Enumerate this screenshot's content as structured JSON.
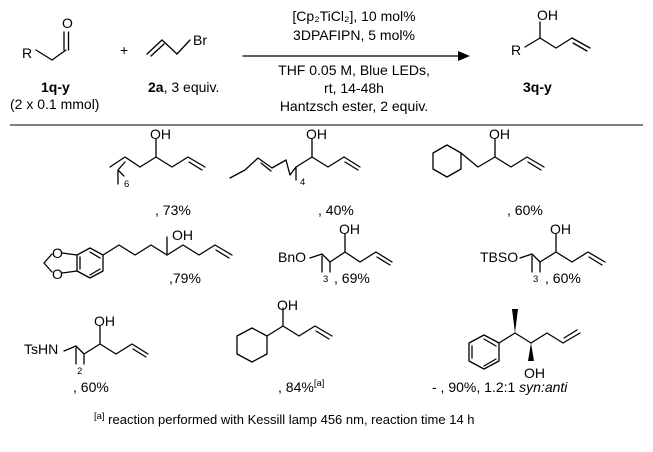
{
  "reaction": {
    "aldehyde_R": "R",
    "aldehyde_O": "O",
    "plus": "+",
    "bromide_Br": "Br",
    "conditions_line1": "[Cp₂TiCl₂], 10 mol%",
    "conditions_line2": "3DPAFIPN, 5 mol%",
    "conditions_line3": "THF 0.05 M, Blue LEDs,",
    "conditions_line4": "rt, 14-48h",
    "conditions_line5": "Hantzsch ester, 2 equiv.",
    "product_R": "R",
    "product_OH": "OH",
    "label_1": "1q-y",
    "label_1_amount": "(2 x 0.1 mmol)",
    "label_2_bold": "2a",
    "label_2_rest": ", 3 equiv.",
    "label_3": "3q-y"
  },
  "products": [
    {
      "oh": "OH",
      "sub": "6",
      "yield": ", 73%"
    },
    {
      "oh": "OH",
      "sub": "4",
      "yield": ", 40%"
    },
    {
      "oh": "OH",
      "yield": ", 60%"
    },
    {
      "oh": "OH",
      "ring_o1": "O",
      "ring_o2": "O",
      "yield": ",79%"
    },
    {
      "oh": "OH",
      "prefix": "BnO",
      "sub": "3",
      "yield": ", 69%"
    },
    {
      "oh": "OH",
      "prefix": "TBSO",
      "sub": "3",
      "yield": ", 60%"
    },
    {
      "oh": "OH",
      "prefix": "TsHN",
      "sub": "2",
      "yield": ", 60%"
    },
    {
      "oh": "OH",
      "yield": ", 84%",
      "yield_sup": "[a]"
    },
    {
      "oh": "OH",
      "dash": "-",
      "yield": " , 90%, 1.2:1 ",
      "yield_italic": "syn:anti"
    }
  ],
  "footnote": {
    "marker": "[a]",
    "text": " reaction performed with Kessill lamp 456 nm, reaction time 14 h"
  }
}
